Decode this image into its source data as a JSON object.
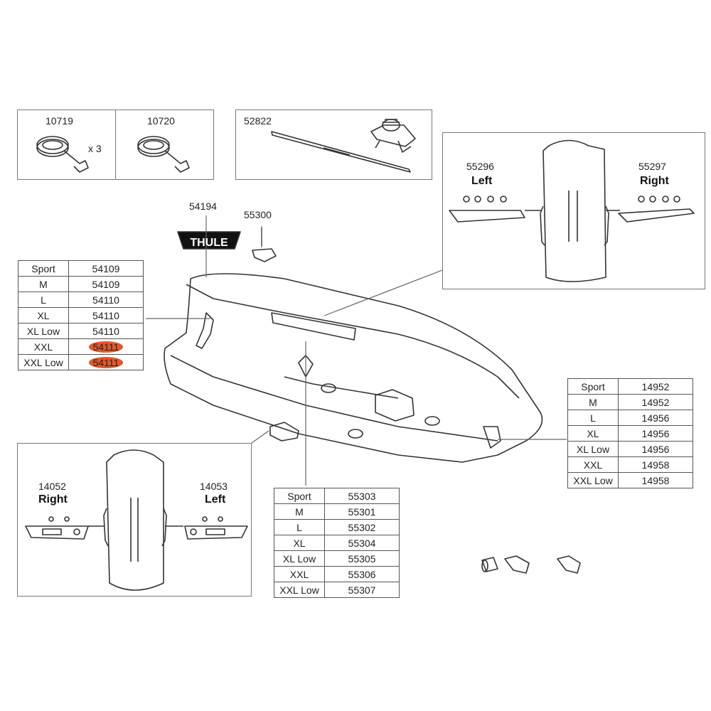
{
  "strap_parts": {
    "left": {
      "number": "10719",
      "quantity": "x 3"
    },
    "right": {
      "number": "10720"
    }
  },
  "bar_part": {
    "number": "52822"
  },
  "logo_part": {
    "number": "54194",
    "logo_text": "THULE"
  },
  "cap_part": {
    "number": "55300"
  },
  "top_view_parts": {
    "left": {
      "number": "55296",
      "side": "Left"
    },
    "right": {
      "number": "55297",
      "side": "Right"
    }
  },
  "bottom_view_parts": {
    "right": {
      "number": "14052",
      "side": "Right"
    },
    "left": {
      "number": "14053",
      "side": "Left"
    }
  },
  "tables": {
    "hinge_table": {
      "rows": [
        {
          "size": "Sport",
          "part": "54109",
          "highlighted": false
        },
        {
          "size": "M",
          "part": "54109",
          "highlighted": false
        },
        {
          "size": "L",
          "part": "54110",
          "highlighted": false
        },
        {
          "size": "XL",
          "part": "54110",
          "highlighted": false
        },
        {
          "size": "XL Low",
          "part": "54110",
          "highlighted": false
        },
        {
          "size": "XXL",
          "part": "54111",
          "highlighted": true
        },
        {
          "size": "XXL Low",
          "part": "54111",
          "highlighted": true
        }
      ]
    },
    "rail_table": {
      "rows": [
        {
          "size": "Sport",
          "part": "14952"
        },
        {
          "size": "M",
          "part": "14952"
        },
        {
          "size": "L",
          "part": "14956"
        },
        {
          "size": "XL",
          "part": "14956"
        },
        {
          "size": "XL Low",
          "part": "14956"
        },
        {
          "size": "XXL",
          "part": "14958"
        },
        {
          "size": "XXL Low",
          "part": "14958"
        }
      ]
    },
    "base_table": {
      "rows": [
        {
          "size": "Sport",
          "part": "55303"
        },
        {
          "size": "M",
          "part": "55301"
        },
        {
          "size": "L",
          "part": "55302"
        },
        {
          "size": "XL",
          "part": "55304"
        },
        {
          "size": "XL Low",
          "part": "55305"
        },
        {
          "size": "XXL",
          "part": "55306"
        },
        {
          "size": "XXL Low",
          "part": "55307"
        }
      ]
    }
  },
  "colors": {
    "highlight": "#e2582d",
    "line": "#555555",
    "box_border": "#777777"
  },
  "icons": [
    "strap-icon",
    "strap-icon",
    "rail-bar-icon",
    "mount-clamp-icon",
    "logo-badge-icon",
    "end-cap-icon",
    "cargo-box-top-icon",
    "lid-rail-icon",
    "screw-icon",
    "cargo-box-illustration",
    "lock-cylinder-icon",
    "key-icon"
  ]
}
